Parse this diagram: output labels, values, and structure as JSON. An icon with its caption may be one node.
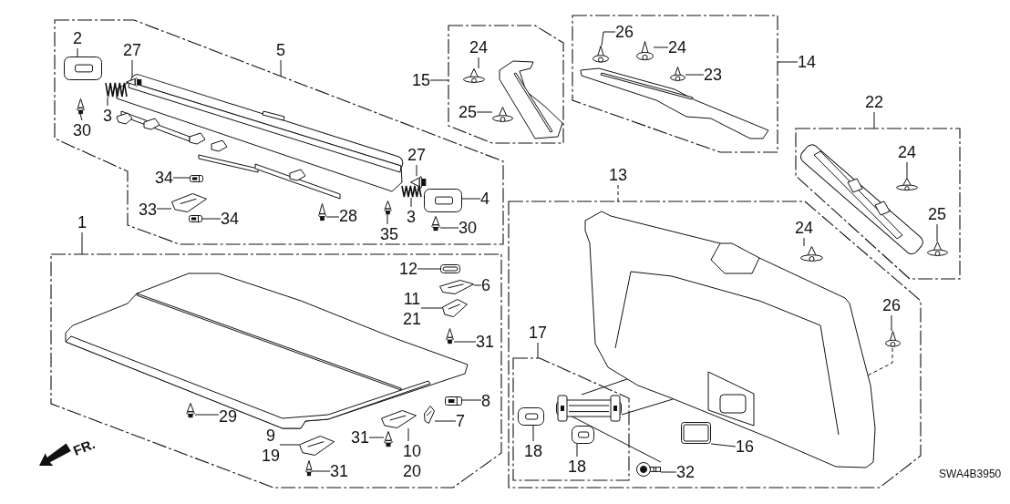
{
  "diagram": {
    "nodes": [
      {
        "text": [],
        "shape": "box"
      },
      {
        "text": [
          "5"
        ]
      },
      {
        "text": [
          "2"
        ],
        "in": 0
      },
      {
        "text": [],
        "shape": "picture",
        "in": 0
      },
      {
        "text": [
          "27"
        ],
        "in": 0
      },
      {
        "text": [],
        "shape": "picture",
        "in": 0
      },
      {
        "text": [
          "3"
        ],
        "in": 0
      },
      {
        "text": [],
        "shape": "picture",
        "in": 0
      },
      {
        "text": [
          "30"
        ],
        "in": 0
      },
      {
        "text": [],
        "shape": "picture",
        "in": 0
      },
      {
        "text": [
          "34"
        ],
        "in": 0
      },
      {
        "text": [],
        "shape": "picture",
        "in": 0
      },
      {
        "text": [
          "33"
        ],
        "in": 0
      },
      {
        "text": [],
        "shape": "picture",
        "in": 0
      },
      {
        "text": [
          "34"
        ],
        "in": 0
      },
      {
        "text": [],
        "shape": "picture",
        "in": 0
      },
      {
        "text": [
          "28"
        ],
        "in": 0
      },
      {
        "text": [],
        "shape": "picture",
        "in": 0
      },
      {
        "text": [
          "35"
        ],
        "in": 0
      },
      {
        "text": [],
        "shape": "picture",
        "in": 0
      },
      {
        "text": [
          "27"
        ],
        "in": 0
      },
      {
        "text": [],
        "shape": "picture",
        "in": 0
      },
      {
        "text": [
          "3"
        ],
        "in": 0
      },
      {
        "text": [],
        "shape": "picture",
        "in": 0
      },
      {
        "text": [
          "4"
        ],
        "in": 0
      },
      {
        "text": [],
        "shape": "picture",
        "in": 0
      },
      {
        "text": [
          "30"
        ],
        "in": 0
      },
      {
        "text": [],
        "shape": "picture",
        "in": 0
      },
      {
        "text": [],
        "shape": "box"
      },
      {
        "text": [
          "1"
        ]
      },
      {
        "text": [
          "12"
        ],
        "in": 28
      },
      {
        "text": [],
        "shape": "picture",
        "in": 28
      },
      {
        "text": [
          "6"
        ],
        "in": 28
      },
      {
        "text": [],
        "shape": "picture",
        "in": 28
      },
      {
        "text": [
          "11",
          "21"
        ],
        "in": 28
      },
      {
        "text": [],
        "shape": "picture",
        "in": 28
      },
      {
        "text": [
          "31"
        ],
        "in": 28
      },
      {
        "text": [],
        "shape": "picture",
        "in": 28
      },
      {
        "text": [
          "8"
        ],
        "in": 28
      },
      {
        "text": [],
        "shape": "picture",
        "in": 28
      },
      {
        "text": [
          "7"
        ],
        "in": 28
      },
      {
        "text": [],
        "shape": "picture",
        "in": 28
      },
      {
        "text": [
          "10",
          "20"
        ],
        "in": 28
      },
      {
        "text": [],
        "shape": "picture",
        "in": 28
      },
      {
        "text": [
          "31"
        ],
        "in": 28
      },
      {
        "text": [],
        "shape": "picture",
        "in": 28
      },
      {
        "text": [
          "9",
          "19"
        ],
        "in": 28
      },
      {
        "text": [],
        "shape": "picture",
        "in": 28
      },
      {
        "text": [
          "31"
        ],
        "in": 28
      },
      {
        "text": [],
        "shape": "picture",
        "in": 28
      },
      {
        "text": [
          "29"
        ],
        "in": 28
      },
      {
        "text": [],
        "shape": "picture",
        "in": 28
      },
      {
        "text": [],
        "shape": "box"
      },
      {
        "text": [
          "15"
        ]
      },
      {
        "text": [
          "24"
        ],
        "in": 52
      },
      {
        "text": [],
        "shape": "picture",
        "in": 52
      },
      {
        "text": [
          "25"
        ],
        "in": 52
      },
      {
        "text": [],
        "shape": "picture",
        "in": 52
      },
      {
        "text": [],
        "shape": "box"
      },
      {
        "text": [
          "14"
        ]
      },
      {
        "text": [
          "26"
        ],
        "in": 58
      },
      {
        "text": [],
        "shape": "picture",
        "in": 58
      },
      {
        "text": [
          "24"
        ],
        "in": 58
      },
      {
        "text": [],
        "shape": "picture",
        "in": 58
      },
      {
        "text": [
          "23"
        ],
        "in": 58
      },
      {
        "text": [],
        "shape": "picture",
        "in": 58
      },
      {
        "text": [],
        "shape": "box"
      },
      {
        "text": [
          "22"
        ]
      },
      {
        "text": [
          "24"
        ],
        "in": 66
      },
      {
        "text": [],
        "shape": "picture",
        "in": 66
      },
      {
        "text": [
          "25"
        ],
        "in": 66
      },
      {
        "text": [],
        "shape": "picture",
        "in": 66
      },
      {
        "text": [],
        "shape": "box"
      },
      {
        "text": [
          "13"
        ]
      },
      {
        "text": [
          "24"
        ],
        "in": 72
      },
      {
        "text": [],
        "shape": "picture",
        "in": 72
      },
      {
        "text": [
          "26"
        ],
        "in": 72
      },
      {
        "text": [],
        "shape": "picture",
        "in": 72
      },
      {
        "text": [],
        "shape": "picture",
        "in": 72
      },
      {
        "text": [
          "16"
        ],
        "in": 72
      },
      {
        "text": [],
        "shape": "picture",
        "in": 72
      },
      {
        "text": [
          "32"
        ],
        "in": 72
      },
      {
        "text": [],
        "shape": "picture",
        "in": 72
      },
      {
        "text": [],
        "shape": "box",
        "in": 72
      },
      {
        "text": [
          "17"
        ],
        "in": 72
      },
      {
        "text": [],
        "shape": "picture",
        "in": 83
      },
      {
        "text": [
          "18"
        ],
        "in": 83
      },
      {
        "text": [],
        "shape": "picture",
        "in": 83
      },
      {
        "text": [
          "18"
        ],
        "in": 83
      },
      {
        "text": [],
        "shape": "picture",
        "in": 83
      }
    ],
    "edges": [
      {
        "from": 1,
        "to": 0,
        "arrow": "none"
      },
      {
        "from": 29,
        "to": 28,
        "arrow": "none"
      },
      {
        "from": 53,
        "to": 52,
        "arrow": "none"
      },
      {
        "from": 59,
        "to": 58,
        "arrow": "none"
      },
      {
        "from": 67,
        "to": 66,
        "arrow": "none"
      },
      {
        "from": 73,
        "to": 72,
        "arrow": "none",
        "style": "dashed"
      },
      {
        "from": 84,
        "to": 83,
        "arrow": "none"
      },
      {
        "from": 2,
        "to": 3,
        "arrow": "none"
      },
      {
        "from": 4,
        "to": 5,
        "arrow": "none"
      },
      {
        "from": 6,
        "to": 7,
        "arrow": "none"
      },
      {
        "from": 8,
        "to": 9,
        "arrow": "none"
      },
      {
        "from": 10,
        "to": 11,
        "arrow": "none"
      },
      {
        "from": 12,
        "to": 13,
        "arrow": "none"
      },
      {
        "from": 14,
        "to": 15,
        "arrow": "none"
      },
      {
        "from": 16,
        "to": 17,
        "arrow": "none"
      },
      {
        "from": 18,
        "to": 19,
        "arrow": "none"
      },
      {
        "from": 20,
        "to": 21,
        "arrow": "none"
      },
      {
        "from": 22,
        "to": 23,
        "arrow": "none"
      },
      {
        "from": 24,
        "to": 25,
        "arrow": "none"
      },
      {
        "from": 26,
        "to": 27,
        "arrow": "none"
      },
      {
        "from": 30,
        "to": 31,
        "arrow": "none"
      },
      {
        "from": 32,
        "to": 33,
        "arrow": "none"
      },
      {
        "from": 34,
        "to": 35,
        "arrow": "none"
      },
      {
        "from": 36,
        "to": 37,
        "arrow": "none"
      },
      {
        "from": 38,
        "to": 39,
        "arrow": "none"
      },
      {
        "from": 40,
        "to": 41,
        "arrow": "none"
      },
      {
        "from": 42,
        "to": 43,
        "arrow": "none"
      },
      {
        "from": 44,
        "to": 45,
        "arrow": "none"
      },
      {
        "from": 46,
        "to": 47,
        "arrow": "none"
      },
      {
        "from": 48,
        "to": 49,
        "arrow": "none"
      },
      {
        "from": 50,
        "to": 51,
        "arrow": "none"
      },
      {
        "from": 54,
        "to": 55,
        "arrow": "none"
      },
      {
        "from": 56,
        "to": 57,
        "arrow": "none"
      },
      {
        "from": 60,
        "to": 61,
        "arrow": "none"
      },
      {
        "from": 62,
        "to": 63,
        "arrow": "none"
      },
      {
        "from": 64,
        "to": 65,
        "arrow": "none"
      },
      {
        "from": 68,
        "to": 69,
        "arrow": "none"
      },
      {
        "from": 70,
        "to": 71,
        "arrow": "none"
      },
      {
        "from": 74,
        "to": 75,
        "arrow": "none"
      },
      {
        "from": 76,
        "to": 77,
        "arrow": "none"
      },
      {
        "from": 79,
        "to": 80,
        "arrow": "none"
      },
      {
        "from": 81,
        "to": 82,
        "arrow": "none"
      },
      {
        "from": 86,
        "to": 87,
        "arrow": "none"
      },
      {
        "from": 88,
        "to": 89,
        "arrow": "none"
      },
      {
        "from": 77,
        "to": 78,
        "arrow": "none",
        "style": "dashed"
      },
      {
        "from": 85,
        "to": 78,
        "arrow": "none"
      },
      {
        "from": 85,
        "to": 78,
        "arrow": "none"
      },
      {
        "from": 82,
        "to": 85,
        "arrow": "none"
      }
    ],
    "labels": [
      "FR.",
      "SWA4B3950"
    ]
  }
}
